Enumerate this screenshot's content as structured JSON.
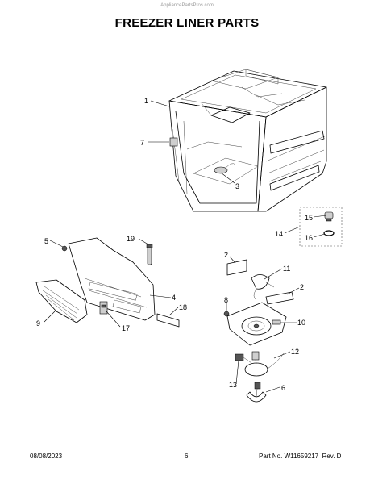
{
  "watermark": "AppliancePartsPros.com",
  "title": "FREEZER LINER PARTS",
  "footer": {
    "date": "08/08/2023",
    "page": "6",
    "part_info": "Part No. W11659217  Rev. D"
  },
  "callouts": [
    "1",
    "7",
    "3",
    "15",
    "14",
    "16",
    "5",
    "19",
    "11",
    "2",
    "2",
    "4",
    "8",
    "10",
    "18",
    "9",
    "17",
    "12",
    "13",
    "6"
  ]
}
